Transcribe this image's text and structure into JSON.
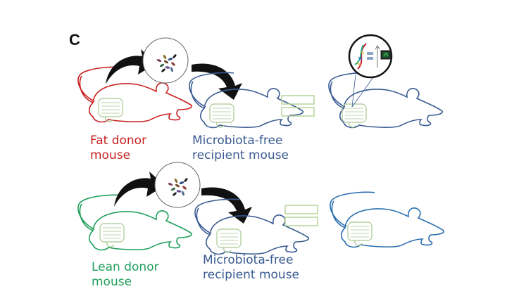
{
  "panel": {
    "label": "C"
  },
  "colors": {
    "fat_donor": "#c8201f",
    "lean_donor": "#1f9f5b",
    "recipient": "#3a5b93",
    "gut": "#a8c890",
    "equals": "#b8d49a",
    "arrow": "#111111"
  },
  "rows": [
    {
      "donor_label_line1": "Fat donor",
      "donor_label_line2": "mouse",
      "recipient_label_line1": "Microbiota-free",
      "recipient_label_line2": "recipient mouse",
      "donor_icon": "fat-mouse",
      "transfer_icon": "microbiota-circle",
      "result_icon": "mouse-with-zoom-inset",
      "inset_icons": [
        "dna-icon",
        "equals-icon",
        "up-arrow-icon",
        "battery-icon"
      ]
    },
    {
      "donor_label_line1": "Lean donor",
      "donor_label_line2": "mouse",
      "recipient_label_line1": "Microbiota-free",
      "recipient_label_line2": "recipient mouse",
      "donor_icon": "lean-mouse",
      "transfer_icon": "microbiota-circle",
      "result_icon": "mouse"
    }
  ]
}
